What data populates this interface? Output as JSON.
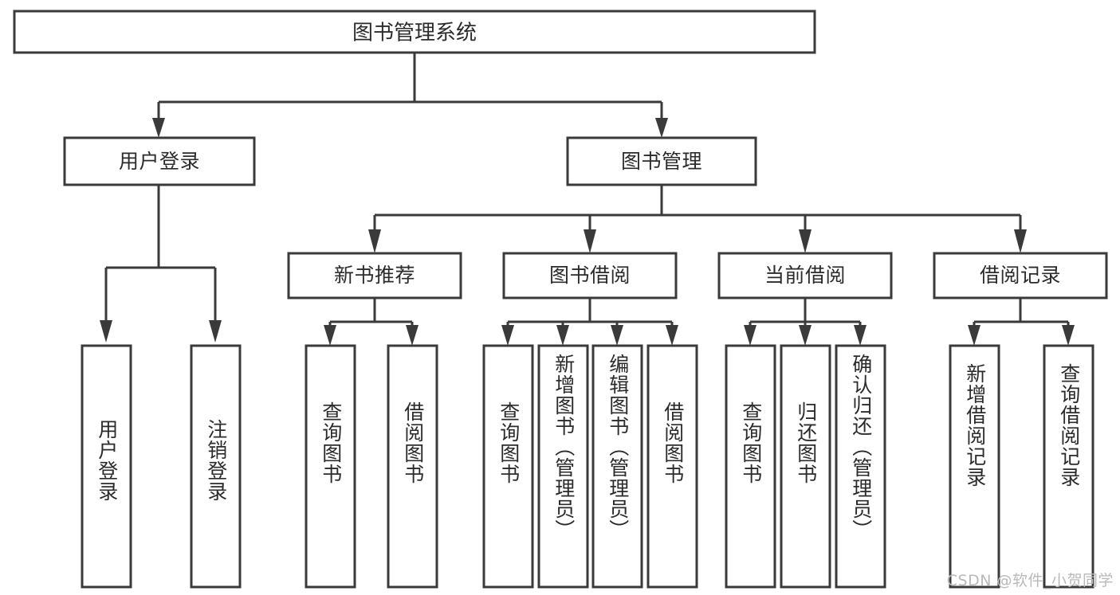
{
  "diagram": {
    "type": "tree-hierarchy",
    "orientation": "top-down",
    "title": "图书管理系统",
    "colors": {
      "box_stroke": "#3a3a3a",
      "box_fill": "#ffffff",
      "connector": "#3a3a3a",
      "text": "#2b2b2b",
      "background": "#ffffff",
      "watermark": "#b9b9b9"
    },
    "root": {
      "id": "root",
      "label": "图书管理系统"
    },
    "level1": [
      {
        "id": "user-login",
        "label": "用户登录"
      },
      {
        "id": "book-management",
        "label": "图书管理"
      }
    ],
    "level2": [
      {
        "id": "new-book-recommend",
        "label": "新书推荐",
        "parent": "book-management"
      },
      {
        "id": "book-borrow",
        "label": "图书借阅",
        "parent": "book-management"
      },
      {
        "id": "current-borrow",
        "label": "当前借阅",
        "parent": "book-management"
      },
      {
        "id": "borrow-record",
        "label": "借阅记录",
        "parent": "book-management"
      }
    ],
    "leaves": [
      {
        "id": "leaf-user-login",
        "label": "用户登录",
        "parent": "user-login"
      },
      {
        "id": "leaf-logout-login",
        "label": "注销登录",
        "parent": "user-login"
      },
      {
        "id": "leaf-query-book-1",
        "label": "查询图书",
        "parent": "new-book-recommend"
      },
      {
        "id": "leaf-borrow-book-1",
        "label": "借阅图书",
        "parent": "new-book-recommend"
      },
      {
        "id": "leaf-query-book-2",
        "label": "查询图书",
        "parent": "book-borrow"
      },
      {
        "id": "leaf-add-book",
        "label": "新增图书（管理员）",
        "parent": "book-borrow"
      },
      {
        "id": "leaf-edit-book",
        "label": "编辑图书（管理员）",
        "parent": "book-borrow"
      },
      {
        "id": "leaf-borrow-book-2",
        "label": "借阅图书",
        "parent": "book-borrow"
      },
      {
        "id": "leaf-query-book-3",
        "label": "查询图书",
        "parent": "current-borrow"
      },
      {
        "id": "leaf-return-book",
        "label": "归还图书",
        "parent": "current-borrow"
      },
      {
        "id": "leaf-confirm-return",
        "label": "确认归还（管理员）",
        "parent": "current-borrow"
      },
      {
        "id": "leaf-add-record",
        "label": "新增借阅记录",
        "parent": "borrow-record"
      },
      {
        "id": "leaf-query-record",
        "label": "查询借阅记录",
        "parent": "borrow-record"
      }
    ]
  },
  "watermark": {
    "text": "CSDN @软件_小贺同学"
  }
}
